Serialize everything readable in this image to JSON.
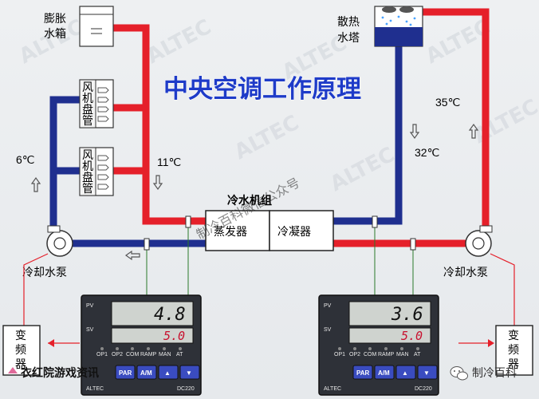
{
  "title": "中央空调工作原理",
  "watermark_brand": "ALTEC",
  "labels": {
    "expansion_tank_1": "膨胀",
    "expansion_tank_2": "水箱",
    "cooling_tower_1": "散热",
    "cooling_tower_2": "水塔",
    "fan_coil_chars": [
      "风",
      "机",
      "盘",
      "管"
    ],
    "chiller": "冷水机组",
    "evaporator": "蒸发器",
    "condenser": "冷凝器",
    "pump_left": "冷却水泵",
    "pump_right": "冷却水泵",
    "vfd_chars": [
      "变",
      "频",
      "器"
    ]
  },
  "temperatures": {
    "t_6": "6℃",
    "t_11": "11℃",
    "t_35": "35℃",
    "t_32": "32℃"
  },
  "controllers": [
    {
      "pv_label": "PV",
      "sv_label": "SV",
      "pv": "4.8",
      "sv": "5.0",
      "brand": "ALTEC",
      "model": "DC220",
      "status": [
        "OP1",
        "OP2",
        "COM",
        "RAMP",
        "MAN",
        "AT"
      ],
      "buttons": [
        "PAR",
        "A/M",
        "▲",
        "▼"
      ]
    },
    {
      "pv_label": "PV",
      "sv_label": "SV",
      "pv": "3.6",
      "sv": "5.0",
      "brand": "ALTEC",
      "model": "DC220",
      "status": [
        "OP1",
        "OP2",
        "COM",
        "RAMP",
        "MAN",
        "AT"
      ],
      "buttons": [
        "PAR",
        "A/M",
        "▲",
        "▼"
      ]
    }
  ],
  "overlay_watermark": "制冷百科微信公众号",
  "bottom_left_caption": "衣红院游戏资讯",
  "bottom_right_caption": "制冷百科",
  "colors": {
    "hot": "#e5202a",
    "cold": "#1f2f8f",
    "title": "#1e3bc8"
  }
}
